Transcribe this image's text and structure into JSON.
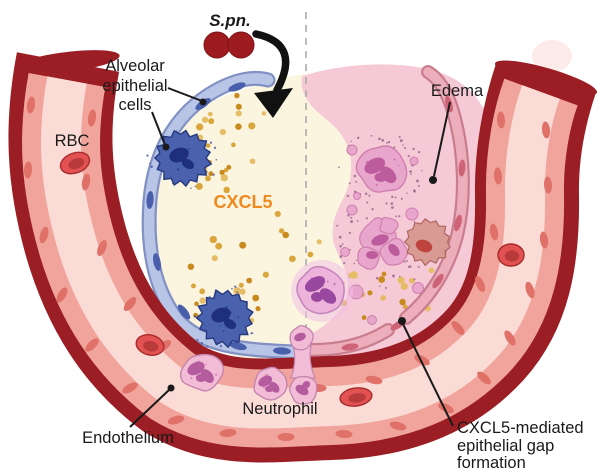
{
  "figure": {
    "labels": {
      "spn": "S.pn.",
      "alveolar": [
        "Alveolar",
        "epithelial",
        "cells"
      ],
      "rbc": "RBC",
      "cxcl5": "CXCL5",
      "edema": "Edema",
      "neutrophil": "Neutrophil",
      "endothelium": "Endothelium",
      "gap": [
        "CXCL5-mediated",
        "epithelial gap",
        "formation"
      ]
    },
    "colors": {
      "background": "#ffffff",
      "vessel_wall": "#9b1e24",
      "endothelium_band": "#f1a49b",
      "endothelium_nucleus": "#df7168",
      "lumen": "#fadbd6",
      "alveolar_space": "#fbf5e0",
      "edema": "#f6c9d6",
      "epithelium_blue": "#b9c5e6",
      "epithelium_blue_edge": "#8191c4",
      "epithelium_blue_nucleus": "#4a5fac",
      "epithelium_pink": "#ecaeba",
      "epithelium_pink_edge": "#c97e90",
      "epithelium_pink_nucleus": "#ce6276",
      "cxcl5_dot": "#c8891d",
      "cxcl5_dot_light": "#e5bd67",
      "cxcl5_text": "#ee8a1f",
      "bacteria": "#9e1b20",
      "neutrophil_body": "#f2bcd6",
      "neutrophil_edge": "#c585ae",
      "neutrophil_nucleus": "#b55c9e",
      "alveolar_neutrophil_nucleus": "#99489f",
      "degran_body": "#e9a6cc",
      "degran_edge": "#ce7faf",
      "degran_nucleus": "#bc5c9c",
      "speckle": "#8a5f83",
      "secreting_cell": "#4a61ae",
      "secreting_cell_edge": "#26397e",
      "secreting_cell_nucleus": "#1d2f7d",
      "damaged_cell": "#d89b94",
      "damaged_cell_edge": "#b26a62",
      "damaged_cell_nucleus": "#c0443e",
      "rbc": "#e25252",
      "rbc_dark": "#b53737",
      "rbc_edge": "#a62b2b",
      "label_text": "#1a1a1a",
      "divider": "#ababab",
      "arrow": "#111111"
    }
  }
}
